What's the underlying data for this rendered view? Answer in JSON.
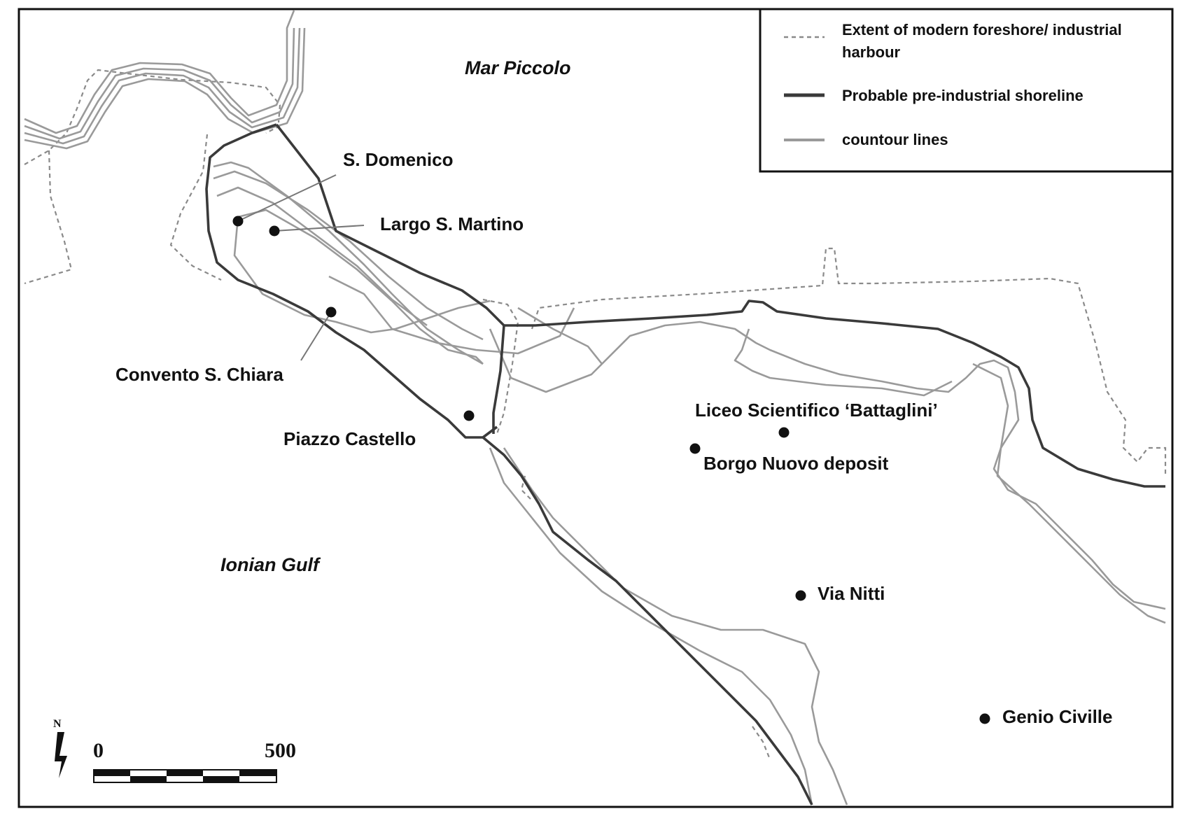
{
  "map": {
    "water_labels": {
      "north_sea": "Mar Piccolo",
      "south_sea": "Ionian Gulf"
    },
    "sites": [
      {
        "name": "S. Domenico"
      },
      {
        "name": "Largo S. Martino"
      },
      {
        "name": "Convento S. Chiara"
      },
      {
        "name": "Piazzo Castello"
      },
      {
        "name": "Liceo Scientifico ‘Battaglini’"
      },
      {
        "name": "Borgo Nuovo deposit"
      },
      {
        "name": "Via Nitti"
      },
      {
        "name": "Genio Civille"
      }
    ],
    "legend": {
      "items": [
        {
          "style": "dashed",
          "color": "#8a8a8a",
          "label_line1": "Extent of modern foreshore/ industrial",
          "label_line2": "harbour"
        },
        {
          "style": "solid-thick",
          "color": "#3a3a3a",
          "label_line1": "Probable pre-industrial shoreline"
        },
        {
          "style": "solid-light",
          "color": "#9a9a9a",
          "label_line1": "countour lines"
        }
      ]
    },
    "scale_bar": {
      "start_label": "0",
      "end_label": "500"
    },
    "north_arrow": {
      "label": "N"
    }
  }
}
